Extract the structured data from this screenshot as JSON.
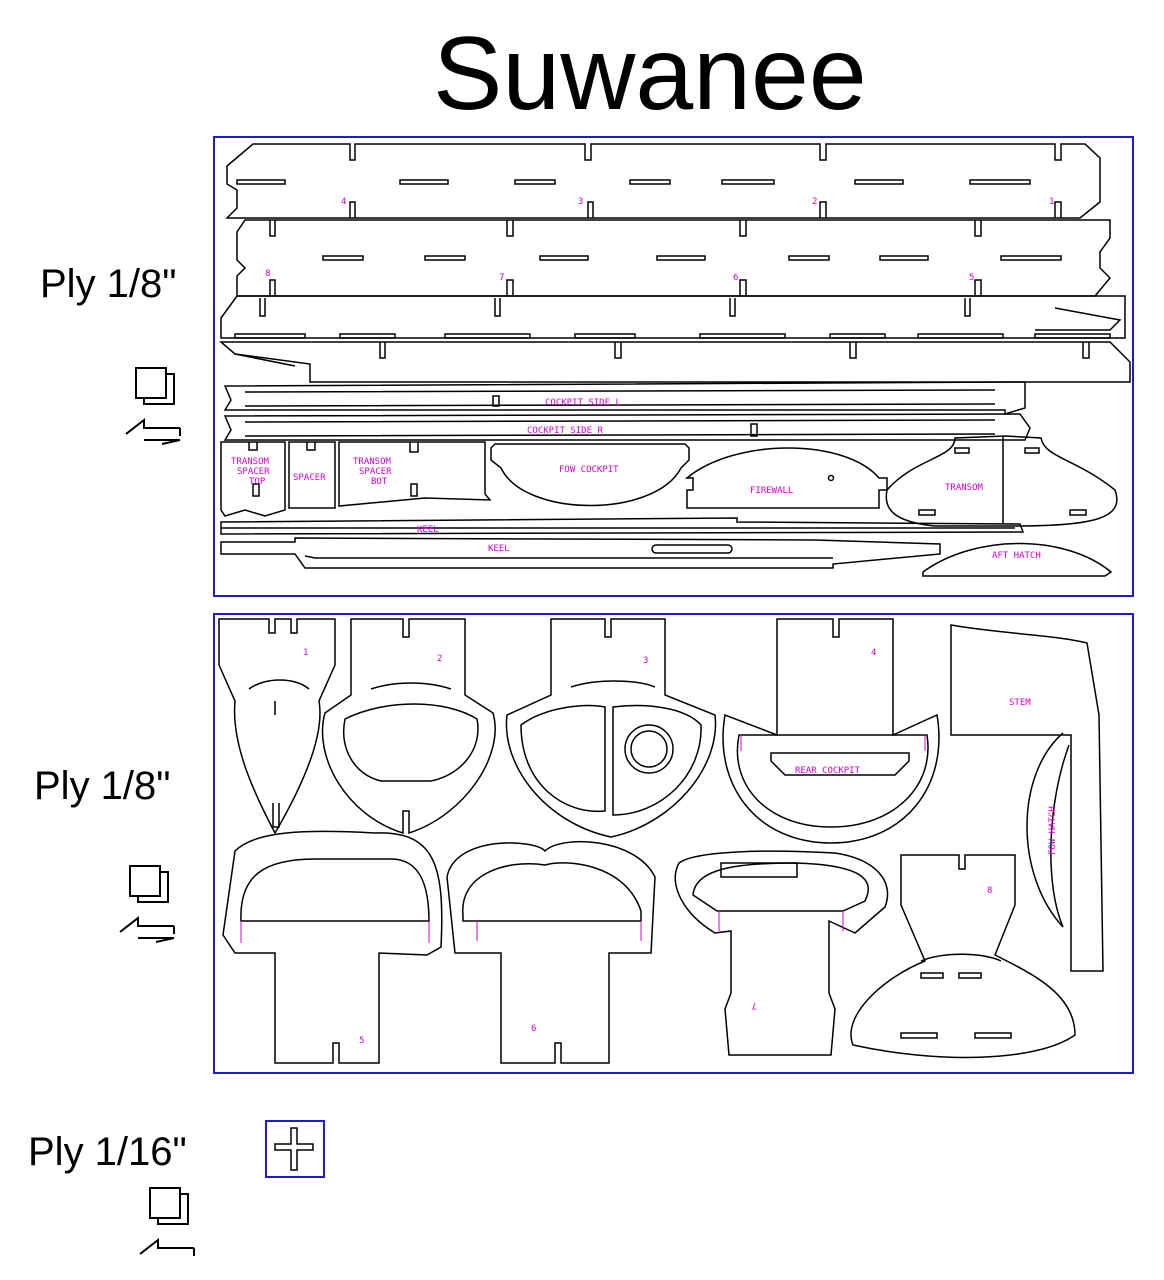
{
  "title": "Suwanee",
  "colors": {
    "frame": "#1c1ccc",
    "label": "#d400d4",
    "line": "#000000"
  },
  "sheets": [
    {
      "material": "Ply 1/8\"",
      "icon": "layers-flip-icon",
      "labels": {
        "n4": "4",
        "n3": "3",
        "n2": "2",
        "n1": "1",
        "n8": "8",
        "n7": "7",
        "n6": "6",
        "n5": "5",
        "cockpit_l": "COCKPIT SIDE L",
        "cockpit_r": "COCKPIT SIDE R",
        "transom_spacer_top": [
          "TRANSOM",
          "SPACER",
          "TOP"
        ],
        "spacer": "SPACER",
        "transom_spacer_bot": [
          "TRANSOM",
          "SPACER",
          "BOT"
        ],
        "fow_cockpit": "FOW COCKPIT",
        "firewall": "FIREWALL",
        "transom": "TRANSOM",
        "keel_1": "KEEL",
        "keel_2": "KEEL",
        "aft_hatch": "AFT HATCH"
      }
    },
    {
      "material": "Ply 1/8\"",
      "icon": "layers-flip-icon",
      "labels": {
        "f1": "1",
        "f2": "2",
        "f3": "3",
        "f4": "4",
        "stem": "STEM",
        "rear_cockpit": "REAR COCKPIT",
        "fow_hatch": "FOW HATCH",
        "f5": "5",
        "f6": "6",
        "f7": "7",
        "f8": "8"
      }
    },
    {
      "material": "Ply 1/16\"",
      "icon": "layers-flip-icon"
    }
  ]
}
